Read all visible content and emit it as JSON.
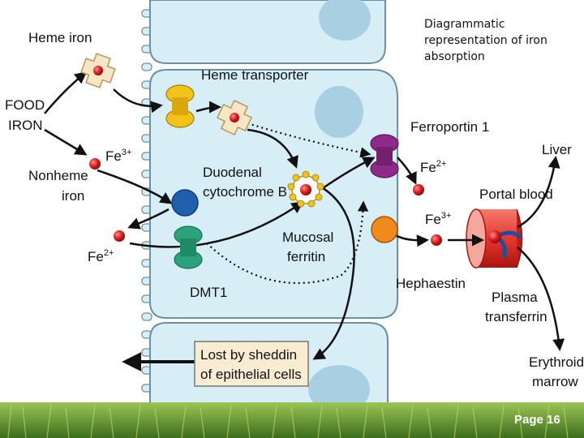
{
  "title_lines": [
    "Diagrammatic",
    "representation of iron",
    "absorption"
  ],
  "labels": {
    "heme_iron": "Heme iron",
    "food": "FOOD",
    "iron": "IRON",
    "fe3": "Fe",
    "fe3_sup": "3+",
    "nonheme": "Nonheme",
    "nonheme_iron": "iron",
    "fe2": "Fe",
    "fe2_sup": "2+",
    "heme_transporter": "Heme transporter",
    "duodenal": "Duodenal",
    "cytochrome_b": "cytochrome B",
    "dmt1": "DMT1",
    "mucosal": "Mucosal",
    "ferritin": "ferritin",
    "ferroportin": "Ferroportin 1",
    "fe2_right": "Fe",
    "fe2_right_sup": "2+",
    "fe3_right": "Fe",
    "fe3_right_sup": "3+",
    "hephaestin": "Hephaestin",
    "liver": "Liver",
    "portal_blood": "Portal blood",
    "plasma": "Plasma",
    "transferrin": "transferrin",
    "erythroid": "Erythroid",
    "marrow": "marrow",
    "lost1": "Lost by sheddin",
    "lost2": "of epithelial cells"
  },
  "footer": {
    "page_label": "Page 16"
  },
  "colors": {
    "cell_fill": "#d7eef7",
    "nucleus": "#a9cfe3",
    "iron_red": "#d81e1e",
    "heme_transporter": "#f2c318",
    "cytochrome": "#1f5fae",
    "dmt1": "#2aa37d",
    "ferroportin": "#8d2a8a",
    "hephaestin": "#f08a1c",
    "vessel": "#e3332a",
    "transferrin": "#1f4f9a",
    "grass": "#5a8f2a"
  }
}
